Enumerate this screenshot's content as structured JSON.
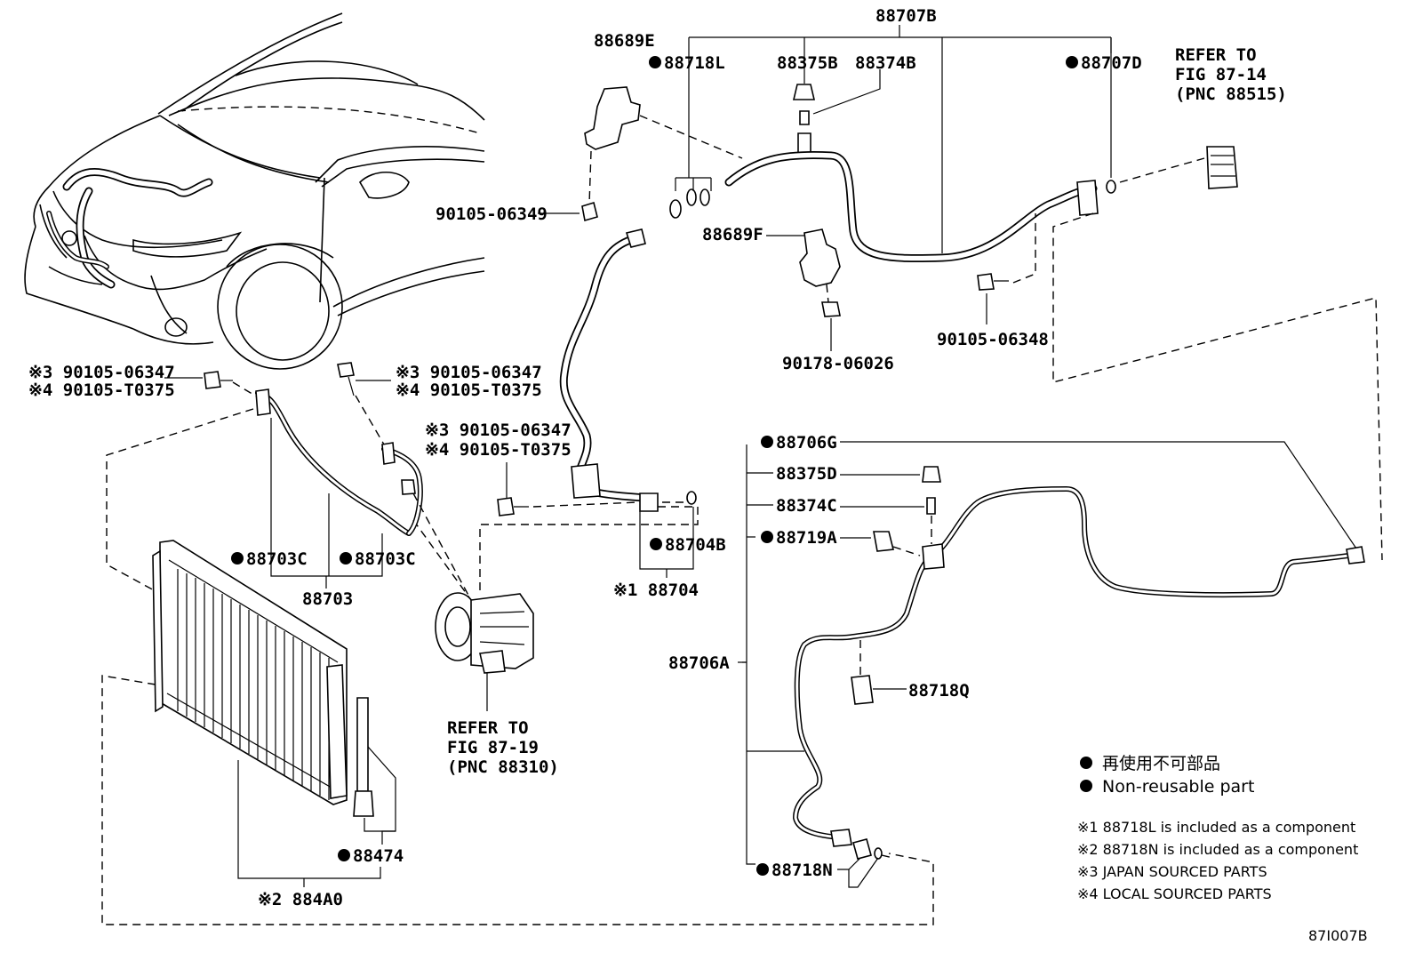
{
  "labels": {
    "p88707B": "88707B",
    "p88689E": "88689E",
    "p88718L": "88718L",
    "p88375B": "88375B",
    "p88374B": "88374B",
    "p88707D": "88707D",
    "ref_fig_87_14": [
      "REFER TO",
      "FIG 87-14",
      "(PNC 88515)"
    ],
    "p90105_06349": "90105-06349",
    "p88689F": "88689F",
    "p90105_06348": "90105-06348",
    "p90178_06026": "90178-06026",
    "bolt_a_1": "※3 90105-06347",
    "bolt_a_2": "※4 90105-T0375",
    "bolt_b_1": "※3 90105-06347",
    "bolt_b_2": "※4 90105-T0375",
    "bolt_c_1": "※3 90105-06347",
    "bolt_c_2": "※4 90105-T0375",
    "p88703C_a": "88703C",
    "p88703C_b": "88703C",
    "p88703": "88703",
    "p88704B": "88704B",
    "p88704": "※1 88704",
    "ref_fig_87_19": [
      "REFER TO",
      "FIG 87-19",
      "(PNC 88310)"
    ],
    "p88706G": "88706G",
    "p88375D": "88375D",
    "p88374C": "88374C",
    "p88719A": "88719A",
    "p88706A": "88706A",
    "p88718Q": "88718Q",
    "p88718N": "88718N",
    "p88474": "88474",
    "p884A0": "※2 884A0",
    "figure_id": "87I007B"
  },
  "legend": {
    "jp": "再使用不可部品",
    "en": "Non-reusable part"
  },
  "notes": [
    "※1 88718L  is included as a component",
    "※2 88718N is included as a component",
    "※3 JAPAN SOURCED PARTS",
    "※4 LOCAL SOURCED PARTS"
  ]
}
